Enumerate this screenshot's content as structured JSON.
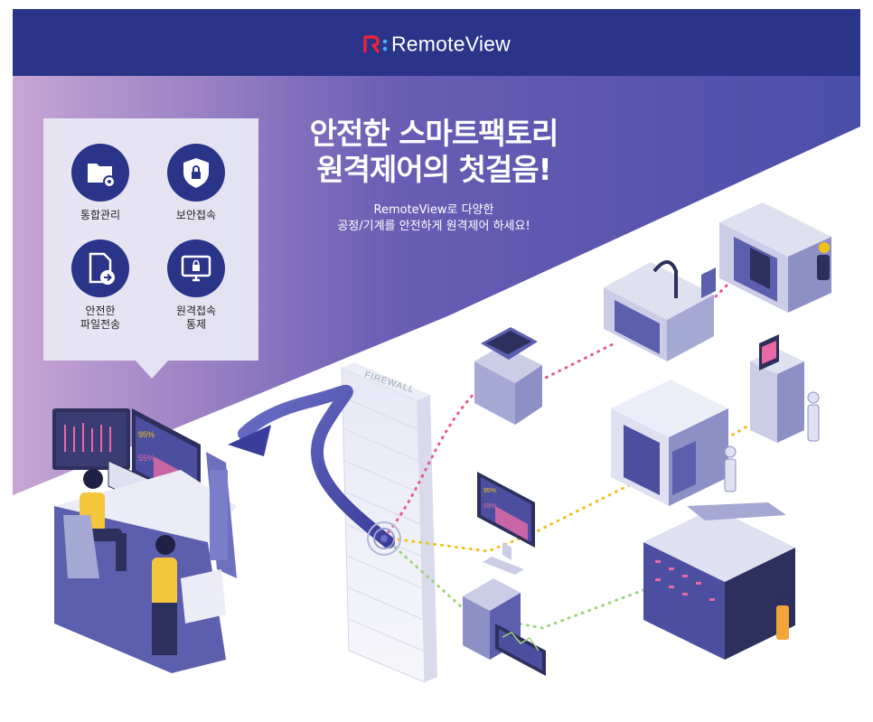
{
  "header": {
    "logo_text": "RemoteView",
    "logo_mark": "R:",
    "background": "#2a3488"
  },
  "hero": {
    "headline_line1": "안전한 스마트팩토리",
    "headline_line2": "원격제어의 첫걸음!",
    "subline_line1": "RemoteView로 다양한",
    "subline_line2": "공정/기계를 안전하게 원격제어 하세요!"
  },
  "features": [
    {
      "label": "통합관리",
      "icon": "folder-gear-icon"
    },
    {
      "label": "보안접속",
      "icon": "shield-lock-icon"
    },
    {
      "label_line1": "안전한",
      "label_line2": "파일전송",
      "icon": "file-transfer-icon"
    },
    {
      "label_line1": "원격접속",
      "label_line2": "통제",
      "icon": "monitor-lock-icon"
    }
  ],
  "illustration": {
    "firewall_label": "FIREWALL",
    "monitor_percent_1": "95%",
    "monitor_percent_2": "55%",
    "kiosk_percent_1": "95%",
    "kiosk_percent_2": "55%"
  },
  "colors": {
    "brand_navy": "#2a3488",
    "gradient_left": "#c9a6d6",
    "gradient_right": "#4c4faa",
    "line_pink": "#e8588a",
    "line_yellow": "#f0c21a",
    "line_green": "#9fd57a"
  }
}
